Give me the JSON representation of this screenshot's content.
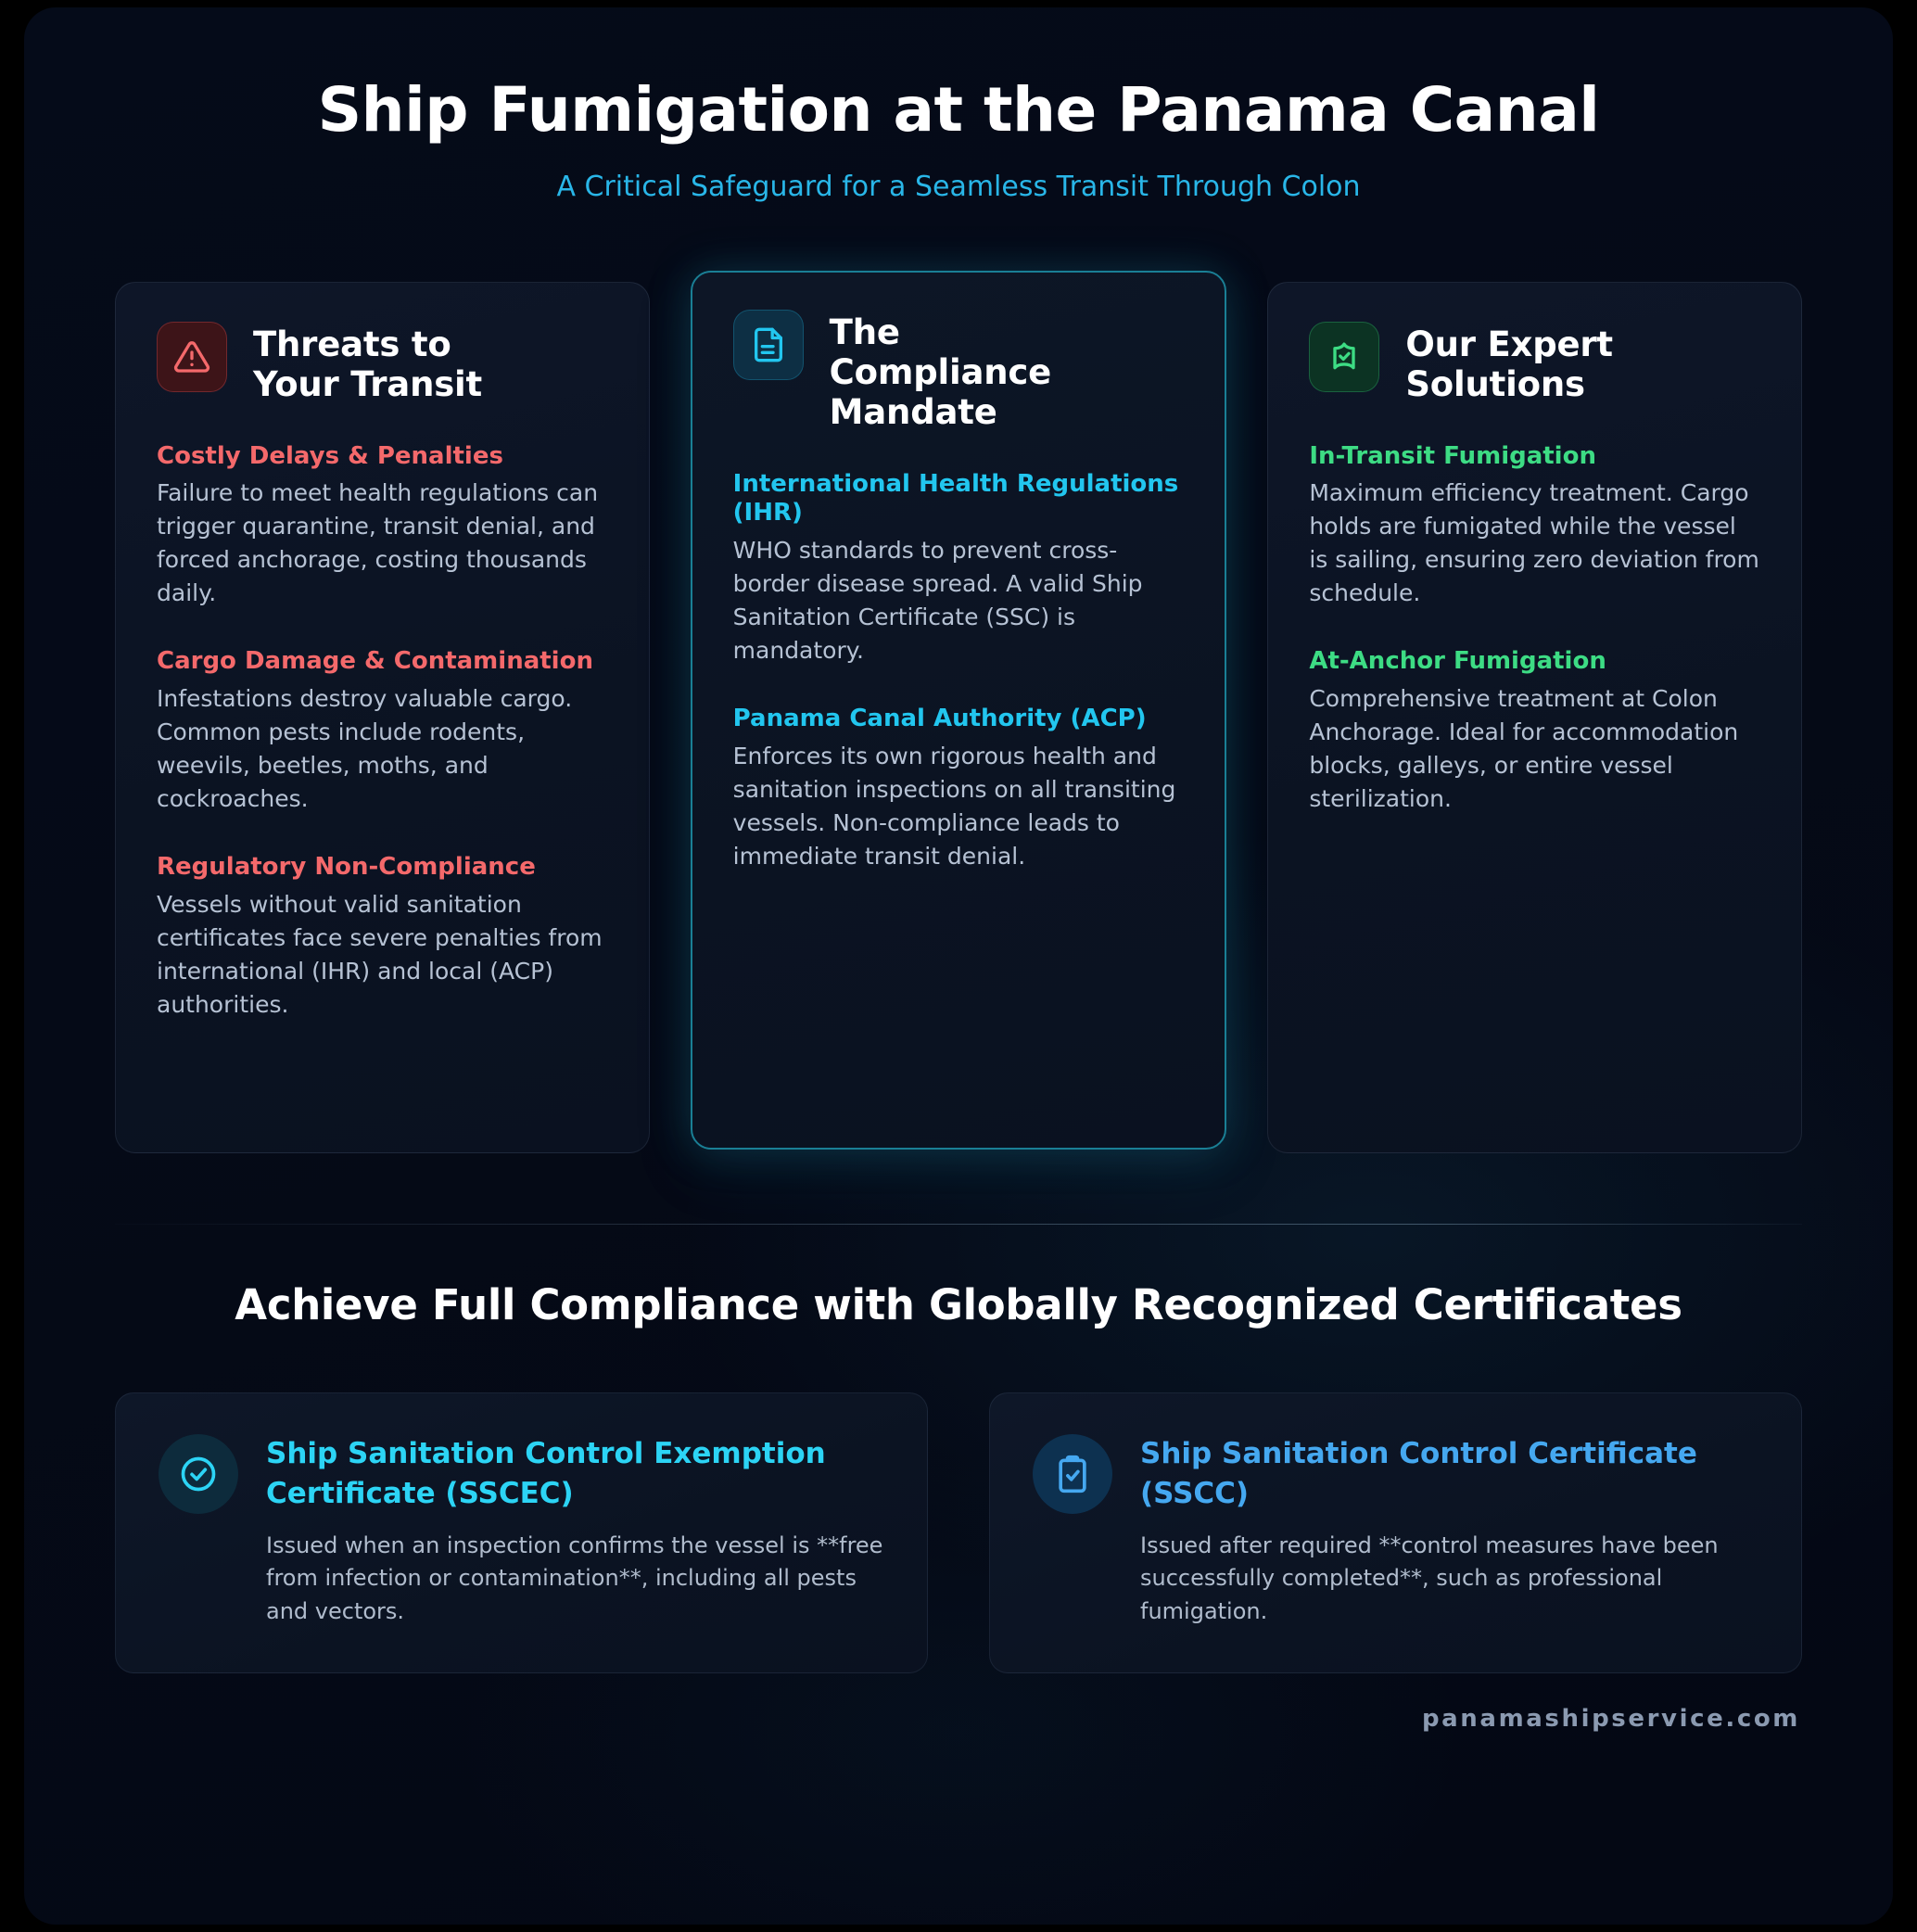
{
  "header": {
    "title": "Ship Fumigation at the Panama Canal",
    "subtitle": "A Critical Safeguard for a Seamless Transit Through Colon"
  },
  "colors": {
    "page_bg": "#050a18",
    "accent_cyan": "#22c6ef",
    "accent_red": "#f4696b",
    "accent_green": "#3ddc84",
    "center_border": "#1a7f95",
    "body_text": "#b6c2d4"
  },
  "columns": [
    {
      "icon": "triangle-alert-icon",
      "title": "Threats to Your Transit",
      "blocks": [
        {
          "heading": "Costly Delays & Penalties",
          "body": "Failure to meet health regulations can trigger quarantine, transit denial, and forced anchorage, costing thousands daily."
        },
        {
          "heading": "Cargo Damage & Contamination",
          "body": "Infestations destroy valuable cargo. Common pests include rodents, weevils, beetles, moths, and cockroaches."
        },
        {
          "heading": "Regulatory Non-Compliance",
          "body": "Vessels without valid sanitation certificates face severe penalties from international (IHR) and local (ACP) authorities."
        }
      ]
    },
    {
      "icon": "file-document-icon",
      "title": "The Compliance Mandate",
      "blocks": [
        {
          "heading": "International Health Regulations (IHR)",
          "body": "WHO standards to prevent cross-border disease spread. A valid Ship Sanitation Certificate (SSC) is mandatory."
        },
        {
          "heading": "Panama Canal Authority (ACP)",
          "body": "Enforces its own rigorous health and sanitation inspections on all transiting vessels. Non-compliance leads to immediate transit denial."
        }
      ]
    },
    {
      "icon": "shield-check-icon",
      "title": "Our Expert Solutions",
      "blocks": [
        {
          "heading": "In-Transit Fumigation",
          "body": "Maximum efficiency treatment. Cargo holds are fumigated while the vessel is sailing, ensuring zero deviation from schedule."
        },
        {
          "heading": "At-Anchor Fumigation",
          "body": "Comprehensive treatment at Colon Anchorage. Ideal for accommodation blocks, galleys, or entire vessel sterilization."
        }
      ]
    }
  ],
  "certificates_section": {
    "title": "Achieve Full Compliance with Globally Recognized Certificates",
    "cards": [
      {
        "icon": "circle-check-icon",
        "title": "Ship Sanitation Control Exemption Certificate (SSCEC)",
        "body": "Issued when an inspection confirms the vessel is **free from infection or contamination**, including all pests and vectors."
      },
      {
        "icon": "clipboard-check-icon",
        "title": "Ship Sanitation Control Certificate (SSCC)",
        "body": "Issued after required **control measures have been successfully completed**, such as professional fumigation."
      }
    ]
  },
  "footer": {
    "website": "panamashipservice.com"
  }
}
